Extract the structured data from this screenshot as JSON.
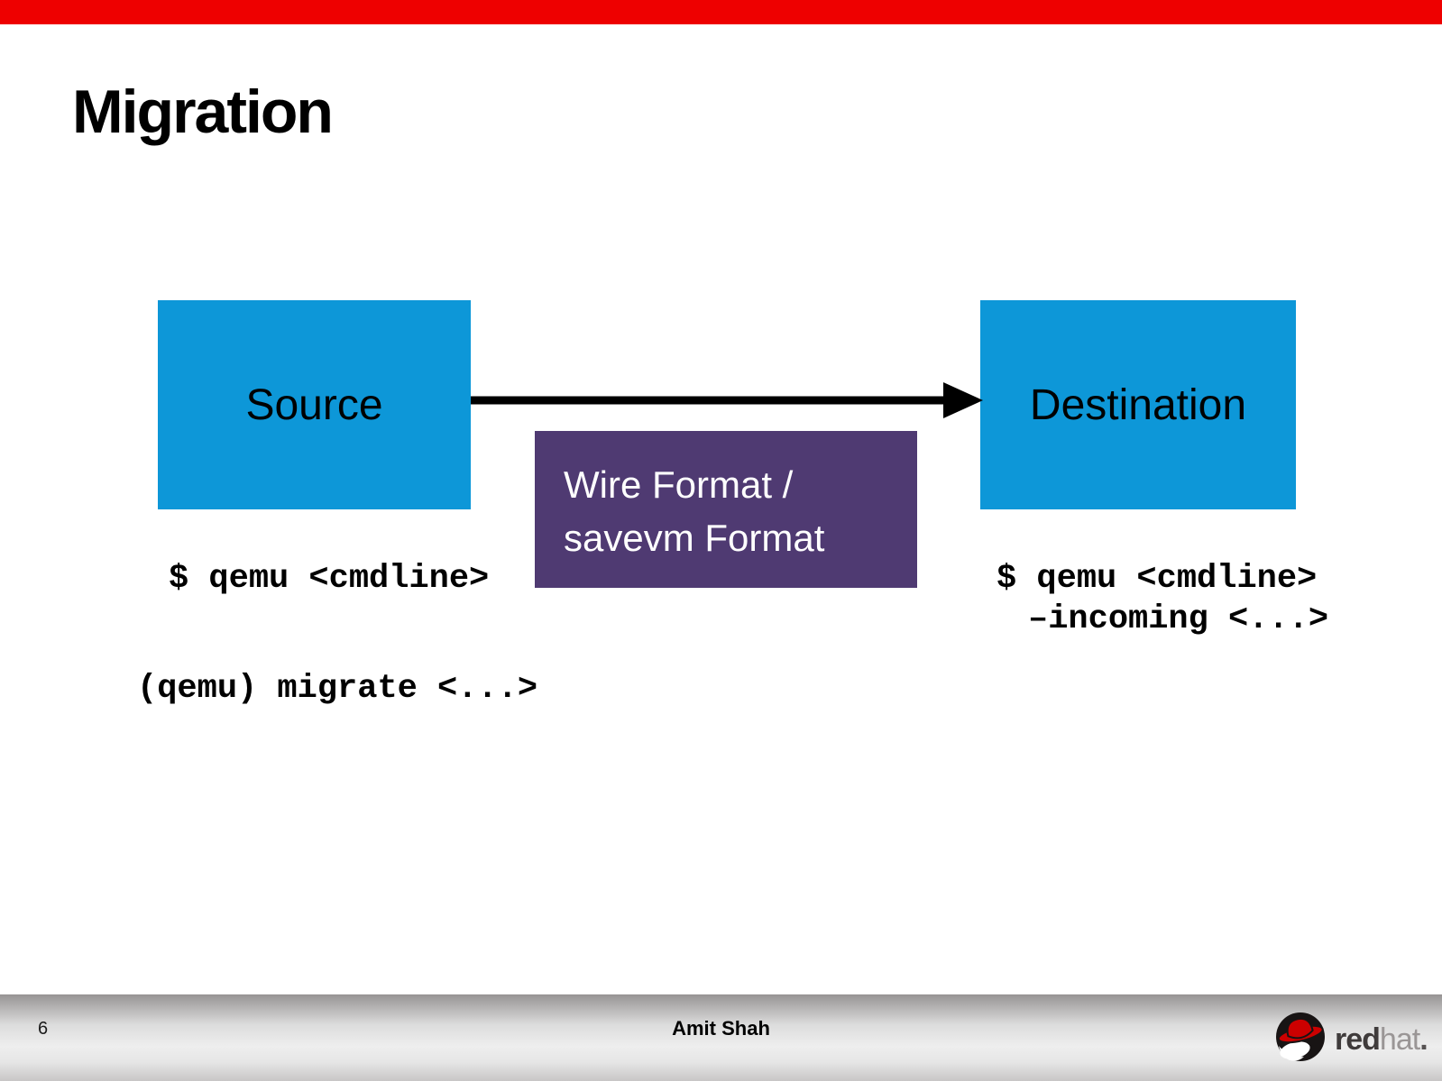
{
  "slide": {
    "title": "Migration",
    "page_number": "6",
    "author": "Amit Shah",
    "accent_red": "#ee0000"
  },
  "diagram": {
    "source_box": {
      "label": "Source",
      "color": "#0d97d8"
    },
    "destination_box": {
      "label": "Destination",
      "color": "#0d97d8"
    },
    "format_box": {
      "label_line1": "Wire Format /",
      "label_line2": "savevm Format",
      "color": "#4f3a72",
      "text_color": "#ffffff"
    },
    "arrow_color": "#000000"
  },
  "commands": {
    "source_line1": "$ qemu <cmdline>",
    "source_line2": "(qemu) migrate <...>",
    "destination_line1": "$ qemu <cmdline>",
    "destination_line2": "–incoming <...>"
  },
  "logo": {
    "icon": "redhat-fedora-icon",
    "brand_bold": "red",
    "brand_light": "hat",
    "period": "."
  }
}
